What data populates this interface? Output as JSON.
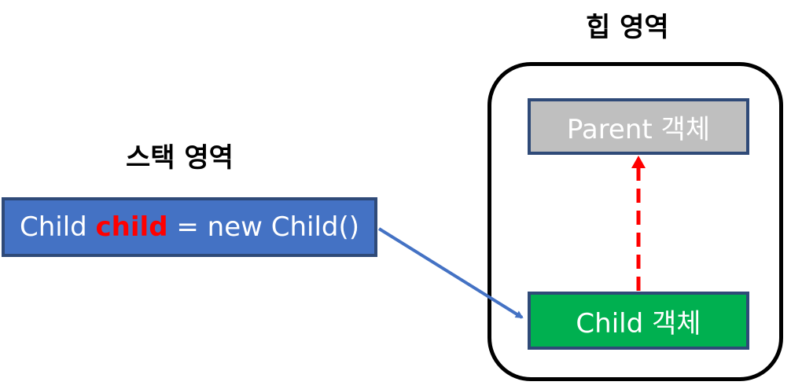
{
  "stack": {
    "title": "스택 영역",
    "code_prefix": "Child ",
    "code_variable": "child",
    "code_suffix": " = new Child()"
  },
  "heap": {
    "title": "힙 영역",
    "parent_object": "Parent 객체",
    "child_object": "Child 객체"
  },
  "colors": {
    "stack_box": "#4472c4",
    "variable_text": "#ff0000",
    "parent_box": "#bfbfbf",
    "child_box": "#00b050",
    "reference_arrow": "#4472c4",
    "inheritance_arrow": "#ff0000",
    "box_border": "#2f4a78"
  }
}
